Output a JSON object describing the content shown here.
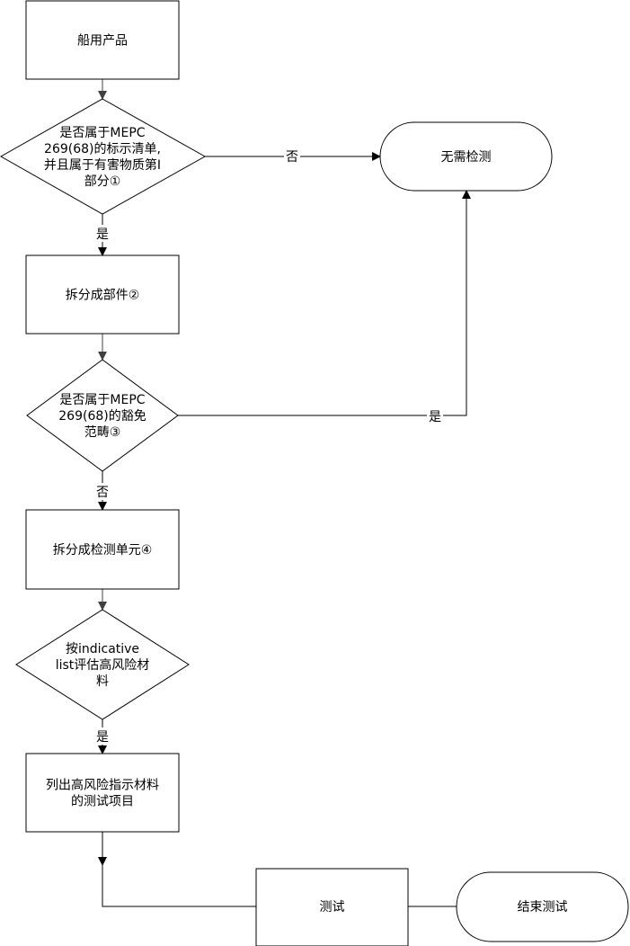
{
  "diagram": {
    "nodes": {
      "ship_products": {
        "lines": [
          "船用产品"
        ]
      },
      "decision_mepc_list": {
        "lines": [
          "是否属于MEPC",
          "269(68)的标示清单,",
          "并且属于有害物质第I",
          "部分①"
        ]
      },
      "no_test_needed": {
        "lines": [
          "无需检测"
        ]
      },
      "split_components": {
        "lines": [
          "拆分成部件②"
        ]
      },
      "decision_exemption": {
        "lines": [
          "是否属于MEPC",
          "269(68)的豁免",
          "范畴③"
        ]
      },
      "split_test_units": {
        "lines": [
          "拆分成检测单元④"
        ]
      },
      "decision_indicative": {
        "lines": [
          "按indicative",
          "list评估高风险材",
          "料"
        ]
      },
      "list_test_items": {
        "lines": [
          "列出高风险指示材料",
          "的测试项目"
        ]
      },
      "test": {
        "lines": [
          "测试"
        ]
      },
      "end_test": {
        "lines": [
          "结束测试"
        ]
      }
    },
    "edge_labels": {
      "no_1": "否",
      "yes_1": "是",
      "yes_2": "是",
      "no_2": "否",
      "yes_3": "是"
    },
    "colors": {
      "stroke": "#000000",
      "arrow_vertical": "#404040",
      "fill": "#ffffff"
    }
  }
}
